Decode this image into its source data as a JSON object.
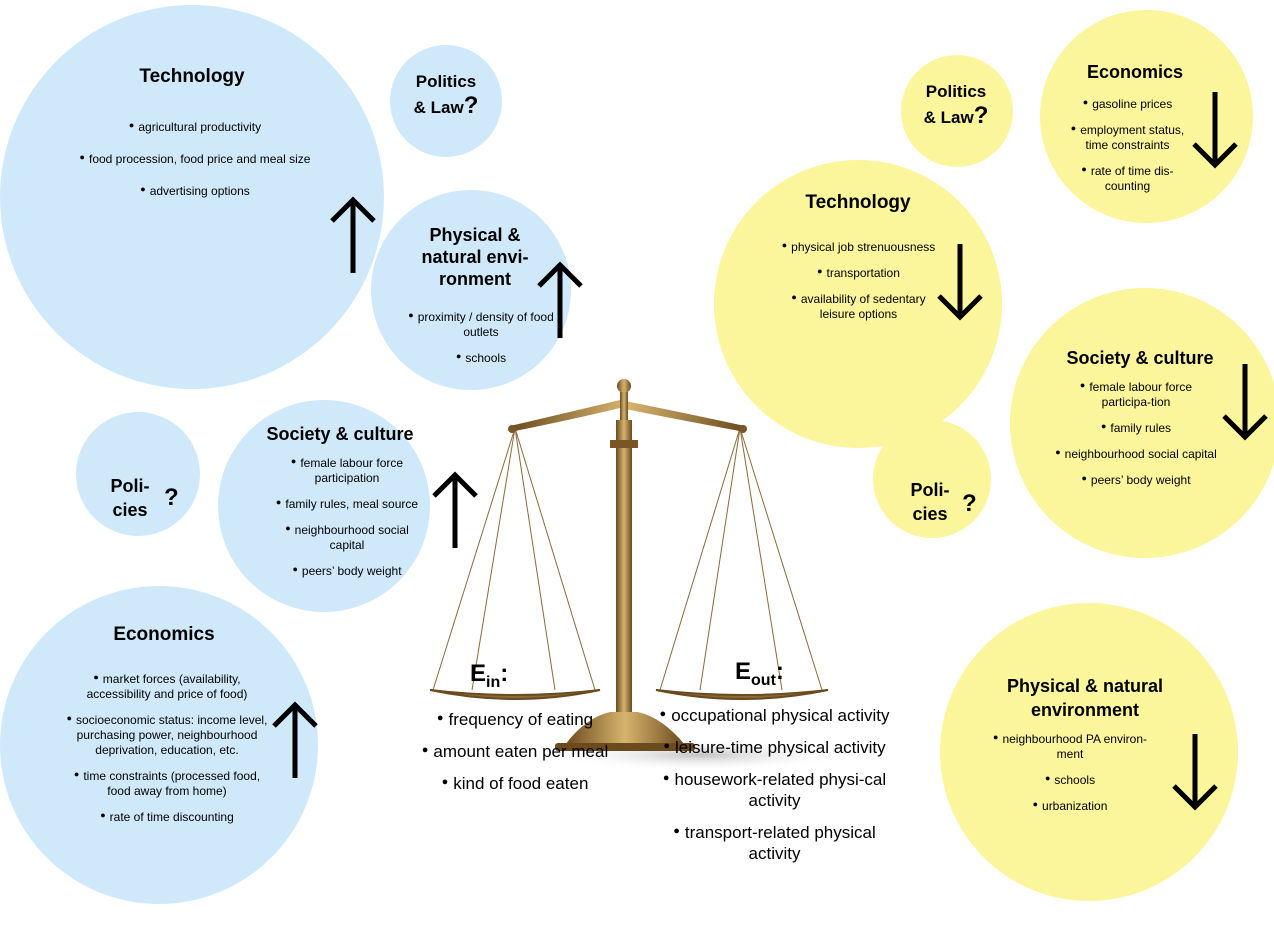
{
  "left": {
    "technology": {
      "title": "Technology",
      "items": [
        "agricultural productivity",
        "food procession, food price and meal size",
        "advertising options"
      ]
    },
    "politics": {
      "line1": "Politics",
      "line2": "& Law",
      "mark": "?"
    },
    "physical": {
      "line1": "Physical &",
      "line2": "natural envi-",
      "line3": "ronment",
      "items": [
        "proximity / density of food outlets",
        "schools"
      ]
    },
    "society": {
      "title": "Society & culture",
      "items": [
        "female labour force participation",
        "family rules, meal source",
        "neighbourhood social capital",
        "peers’ body weight"
      ]
    },
    "policies": {
      "line1": "Poli-",
      "line2": "cies",
      "mark": "?"
    },
    "economics": {
      "title": "Economics",
      "items": [
        "market forces (availability, accessibility and price of food)",
        "socioeconomic status: income level, purchasing power, neighbourhood deprivation, education, etc.",
        "time constraints (processed food, food away from home)",
        "rate of time discounting"
      ]
    }
  },
  "right": {
    "politics": {
      "line1": "Politics",
      "line2": "& Law",
      "mark": "?"
    },
    "economics": {
      "title": "Economics",
      "items": [
        "gasoline prices",
        "employment status, time constraints",
        "rate of time dis-counting"
      ]
    },
    "technology": {
      "title": "Technology",
      "items": [
        "physical job strenuousness",
        "transportation",
        "availability of sedentary leisure options"
      ]
    },
    "society": {
      "title": "Society & culture",
      "items": [
        "female labour force participa-tion",
        "family rules",
        "neighbourhood social capital",
        "peers’ body weight"
      ]
    },
    "policies": {
      "line1": "Poli-",
      "line2": "cies",
      "mark": "?"
    },
    "physical": {
      "title": "Physical & natural environment",
      "items": [
        "neighbourhood PA environ-ment",
        "schools",
        "urbanization"
      ]
    }
  },
  "energy_in": {
    "label": "E",
    "sub": "in",
    "colon": ":",
    "items": [
      "frequency of eating",
      "amount eaten per meal",
      "kind of food eaten"
    ]
  },
  "energy_out": {
    "label": "E",
    "sub": "out",
    "colon": ":",
    "items": [
      "occupational physical activity",
      "leisure-time physical activity",
      "housework-related physi-cal activity",
      "transport-related physical activity"
    ]
  },
  "colors": {
    "blue_circle": "#cfe9fb",
    "yellow_circle": "#fbf59b",
    "scale": "#a37a3a"
  }
}
